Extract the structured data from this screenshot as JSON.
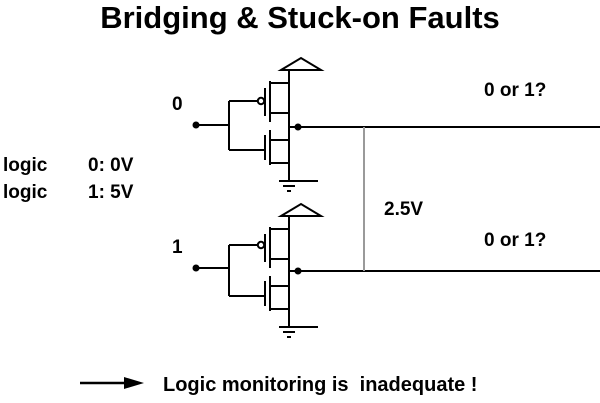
{
  "title": "Bridging & Stuck-on Faults",
  "legend": {
    "line1": {
      "word": "logic",
      "value": "0: 0V"
    },
    "line2": {
      "word": "logic",
      "value": "1: 5V"
    }
  },
  "inputs": {
    "top": "0",
    "bottom": "1"
  },
  "outputs": {
    "top": "0 or 1?",
    "bottom": "0 or 1?"
  },
  "bridge_voltage": "2.5V",
  "footer": {
    "text": "Logic monitoring is  inadequate !"
  },
  "colors": {
    "wire": "#000000",
    "bridge": "#9a9a9a",
    "background": "#ffffff"
  }
}
